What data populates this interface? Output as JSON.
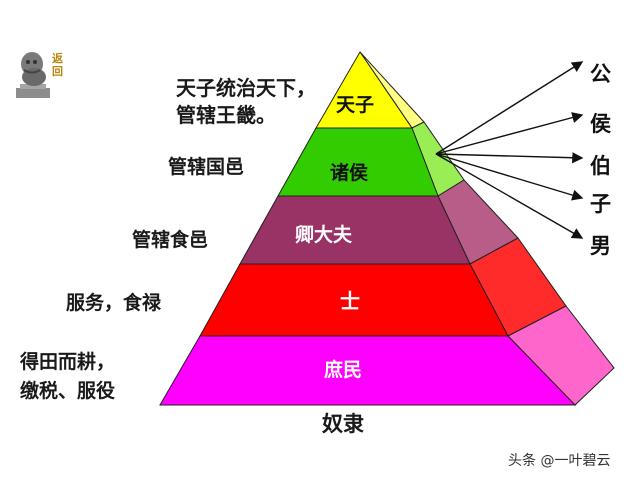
{
  "nav": {
    "back_label": "返回",
    "back_icon": "lion-statue-icon"
  },
  "pyramid": {
    "layers": [
      {
        "label": "天子",
        "front": "#ffff00",
        "side": "#ffff80",
        "text_color": "#111111"
      },
      {
        "label": "诸侯",
        "front": "#33cc00",
        "side": "#99ee55",
        "text_color": "#111111"
      },
      {
        "label": "卿大夫",
        "front": "#993366",
        "side": "#b85c88",
        "text_color": "#ffffff"
      },
      {
        "label": "士",
        "front": "#ff0000",
        "side": "#ff2a2a",
        "text_color": "#ffffff"
      },
      {
        "label": "庶民",
        "front": "#ff00ff",
        "side": "#ff66cc",
        "text_color": "#ffffff"
      }
    ],
    "base_label": "奴隶"
  },
  "annotations": {
    "tianzi_line1": "天子统治天下，",
    "tianzi_line2": "管辖王畿。",
    "zhuhou": "管辖国邑",
    "qingdafu": "管辖食邑",
    "shi": "服务，食禄",
    "shumin_line1": "得田而耕，",
    "shumin_line2": "缴税、服役"
  },
  "ranks": [
    "公",
    "侯",
    "伯",
    "子",
    "男"
  ],
  "watermark": "头条 @一叶碧云"
}
